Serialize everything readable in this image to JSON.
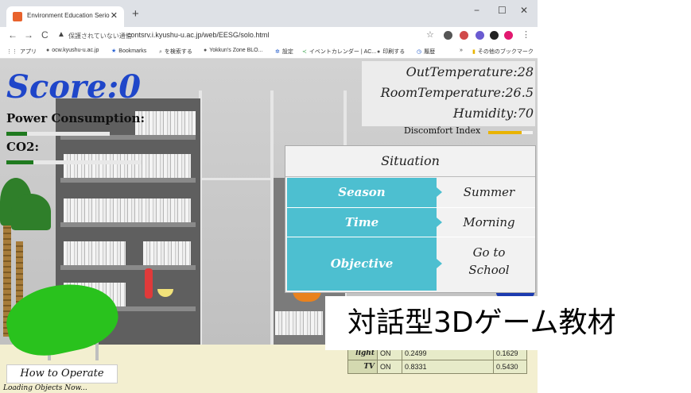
{
  "browser": {
    "tab_title": "Environment Education Serious G",
    "tab_close": "✕",
    "new_tab": "+",
    "minimize": "−",
    "maximize": "☐",
    "close": "✕",
    "back": "←",
    "forward": "→",
    "reload": "C",
    "security_warning": "▲",
    "security_text": "保護されていない通信",
    "url": "contsrv.i.kyushu-u.ac.jp/web/EESG/solo.html",
    "bookmarks": [
      {
        "label": "アプリ",
        "icon": "⋮⋮"
      },
      {
        "label": "ocw.kyushu-u.ac.jp",
        "icon": "●"
      },
      {
        "label": "Bookmarks",
        "icon": "★"
      },
      {
        "label": "を検索する",
        "icon": "⌕"
      },
      {
        "label": "Yokkun's Zone BLO...",
        "icon": "●"
      },
      {
        "label": "設定",
        "icon": "✲"
      },
      {
        "label": "イベントカレンダー | AC...",
        "icon": "≺"
      },
      {
        "label": "印刷する",
        "icon": "●"
      },
      {
        "label": "履歴",
        "icon": "◷"
      },
      {
        "label": "»",
        "icon": ""
      },
      {
        "label": "その他のブックマーク",
        "icon": "▮"
      }
    ]
  },
  "hud": {
    "score": "Score:0",
    "power_label": "Power Consumption:",
    "power_level": 0.2,
    "co2_label": "CO2:",
    "co2_level": 0.2,
    "out_temperature": "OutTemperature:28",
    "room_temperature": "RoomTemperature:26.5",
    "humidity": "Humidity:70",
    "discomfort_label": "Discomfort Index",
    "discomfort_level": 0.75
  },
  "situation": {
    "title": "Situation",
    "rows": [
      {
        "key": "Season",
        "value": "Summer"
      },
      {
        "key": "Time",
        "value": "Morning"
      },
      {
        "key": "Objective",
        "value": "Go to School"
      }
    ]
  },
  "how_to_operate": "How to Operate",
  "loading_text": "Loading Objects Now...",
  "devices": [
    {
      "name": "light",
      "state": "ON",
      "v1": "0.2499",
      "v2": "0.1629"
    },
    {
      "name": "TV",
      "state": "ON",
      "v1": "0.8331",
      "v2": "0.5430"
    }
  ],
  "caption": "対話型3Dゲーム教材",
  "colors": {
    "score_blue": "#1f46c9",
    "situation_cyan": "#4dbfd0",
    "bar_green": "#1f7a1f",
    "discomfort_yellow": "#e9b300",
    "chair_green": "#29c21d"
  }
}
